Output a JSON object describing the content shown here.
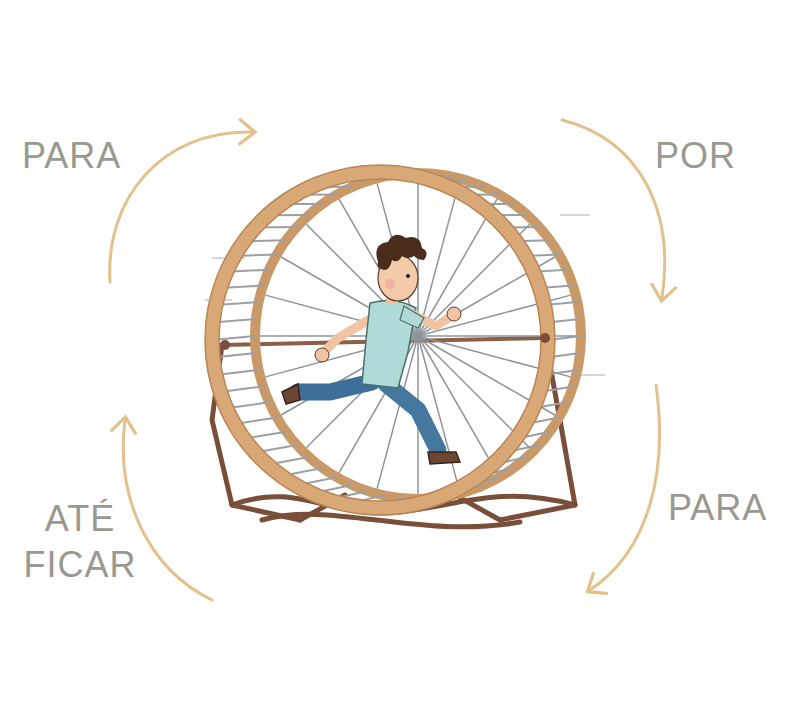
{
  "diagram": {
    "labels": [
      "PARA",
      "POR",
      "PARA",
      "ATÉ FICAR"
    ]
  }
}
